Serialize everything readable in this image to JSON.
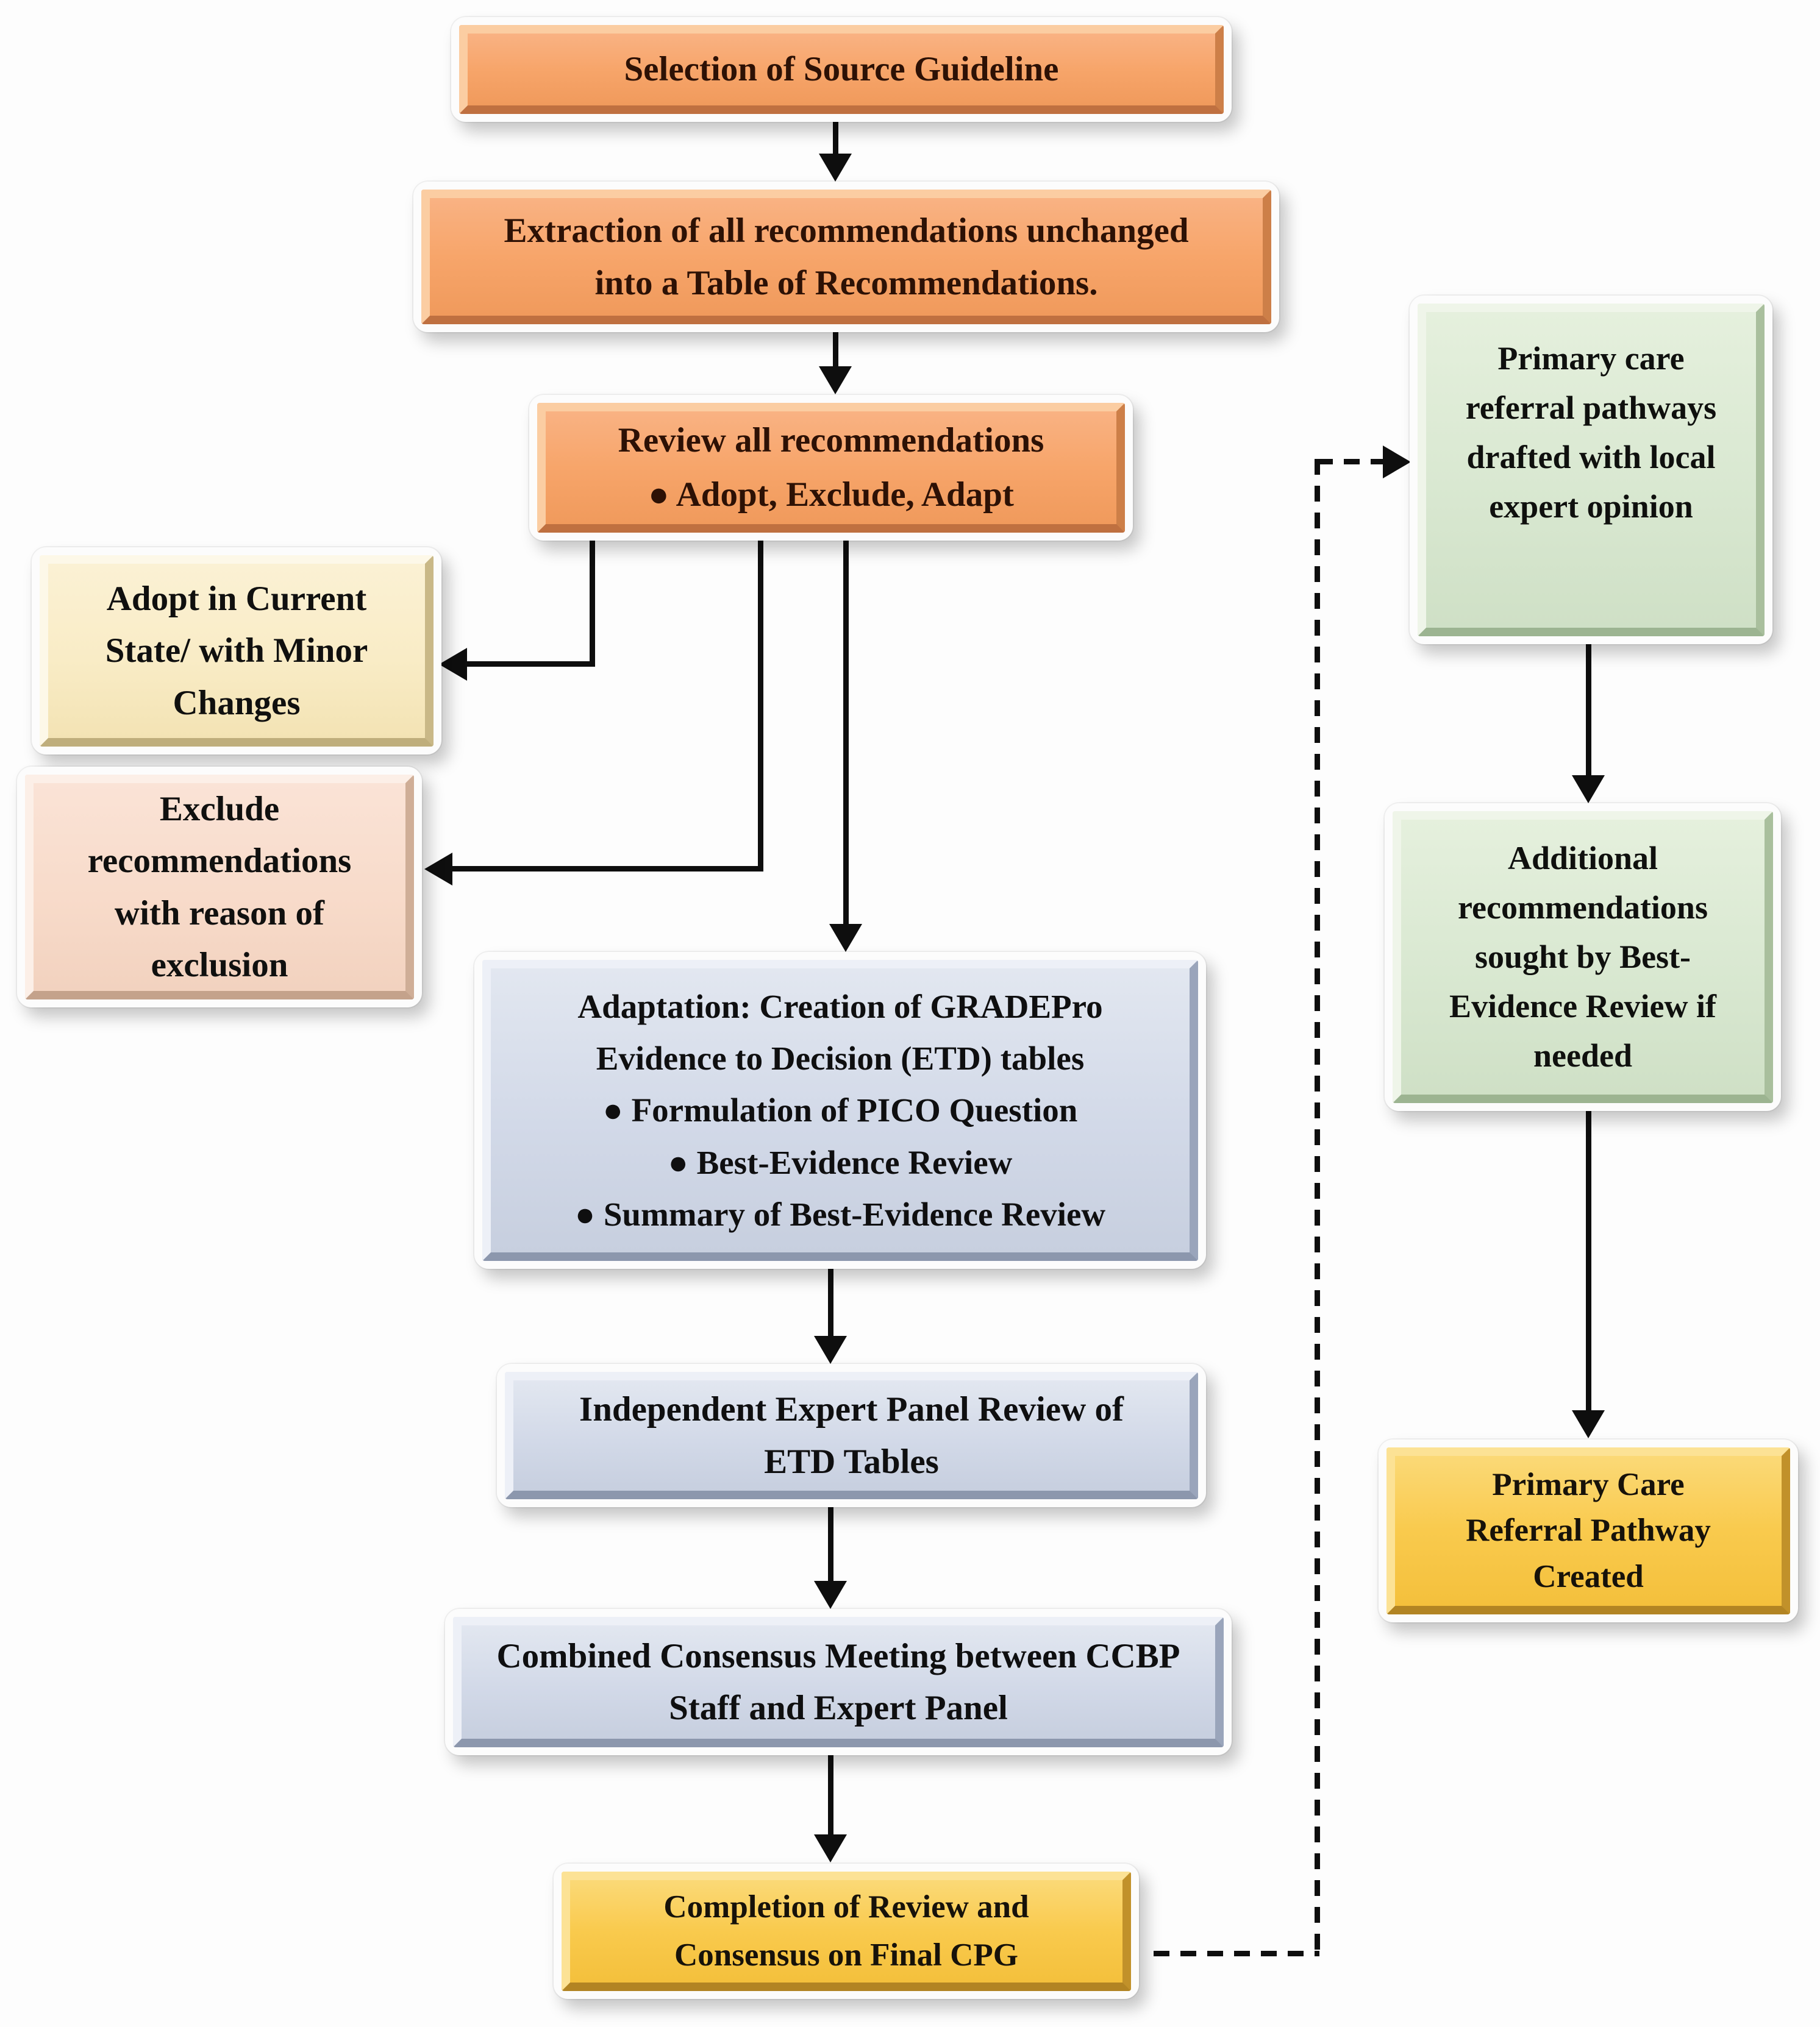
{
  "figure": {
    "kind": "clinical-practice-guideline adaptation flowchart",
    "background_color": "#fdfdfd",
    "connector_color": "#0e0e0e"
  },
  "colors": {
    "orange_fill": "#f7a56a",
    "cream_fill": "#f9ecc6",
    "pink_fill": "#f8dbca",
    "blue_fill": "#d2d9e8",
    "green_fill": "#d9e8d1",
    "gold_fill": "#f9ca4d",
    "text_on_orange": "#2d1105",
    "text_default": "#101010"
  },
  "boxes": {
    "selection": {
      "text": "Selection of Source Guideline",
      "color": "orange"
    },
    "extraction": {
      "text": "Extraction of all recommendations unchanged\ninto a Table of Recommendations.",
      "color": "orange"
    },
    "review": {
      "title": "Review all recommendations",
      "bullet": "● Adopt, Exclude, Adapt",
      "color": "orange"
    },
    "adopt": {
      "text": "Adopt in Current\nState/ with Minor\nChanges",
      "color": "cream"
    },
    "exclude": {
      "text": "Exclude\nrecommendations\nwith reason of\nexclusion",
      "color": "pink"
    },
    "adaptation": {
      "title": "Adaptation: Creation of GRADEPro\nEvidence to Decision (ETD) tables",
      "bullets": [
        "● Formulation of PICO Question",
        "● Best-Evidence Review",
        "● Summary of Best-Evidence Review"
      ],
      "color": "blue"
    },
    "panel_review": {
      "text": "Independent Expert Panel Review of\nETD Tables",
      "color": "blue"
    },
    "consensus_meeting": {
      "text": "Combined Consensus Meeting between CCBP\nStaff and Expert Panel",
      "color": "blue"
    },
    "completion": {
      "text": "Completion of Review and\nConsensus on Final CPG",
      "color": "gold"
    },
    "pathways_drafted": {
      "text": "Primary care\nreferral pathways\ndrafted with local\nexpert opinion",
      "color": "green"
    },
    "additional_recs": {
      "text": "Additional\nrecommendations\nsought by Best-\nEvidence Review if\nneeded",
      "color": "green"
    },
    "pathway_created": {
      "text": "Primary Care\nReferral Pathway\nCreated",
      "color": "gold"
    }
  },
  "connections": [
    "selection -> extraction",
    "extraction -> review",
    "review -> adopt",
    "review -> exclude",
    "review -> adaptation",
    "adaptation -> panel_review",
    "panel_review -> consensus_meeting",
    "consensus_meeting -> completion",
    "completion -(dashed)-> pathways_drafted",
    "pathways_drafted -> additional_recs",
    "additional_recs -> pathway_created"
  ]
}
